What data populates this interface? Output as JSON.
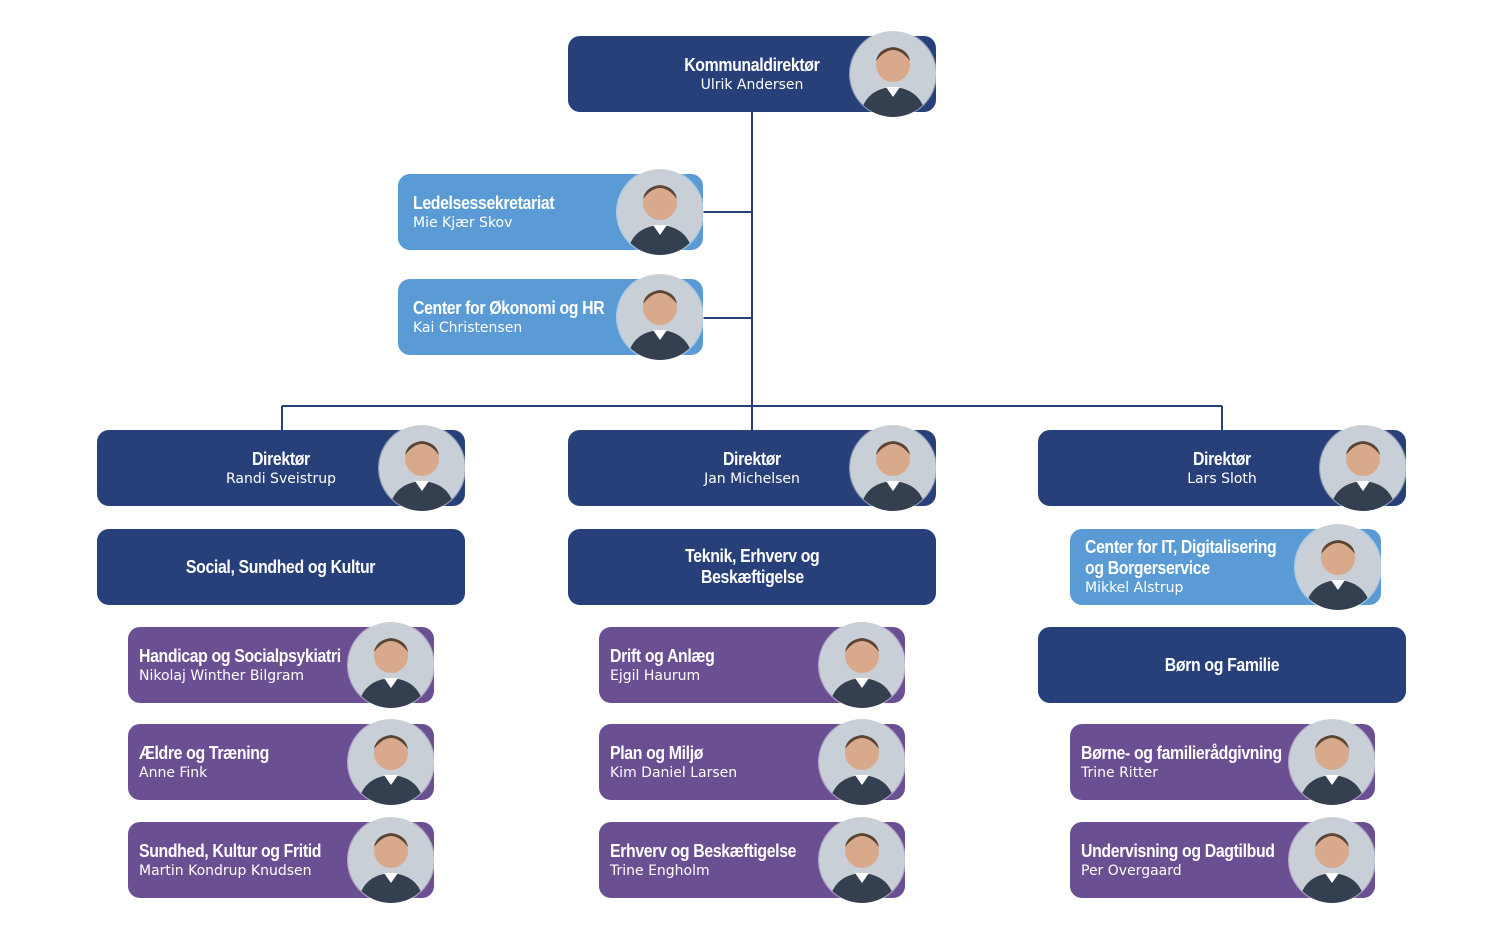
{
  "colors": {
    "director": "#27407a",
    "center": "#5b9bd5",
    "unit": "#6b4f93",
    "connector": "#27407a"
  },
  "top": {
    "title": "Kommunaldirektør",
    "name": "Ulrik Andersen",
    "photo_icon": "person-photo-icon"
  },
  "staff": [
    {
      "title": "Ledelsessekretariat",
      "name": "Mie Kjær Skov"
    },
    {
      "title": "Center for Økonomi og HR",
      "name": "Kai Christensen"
    }
  ],
  "columns": [
    {
      "director": {
        "title": "Direktør",
        "name": "Randi Sveistrup"
      },
      "area": {
        "title": "Social, Sundhed og Kultur"
      },
      "units": [
        {
          "title": "Handicap og Socialpsykiatri",
          "name": "Nikolaj Winther Bilgram"
        },
        {
          "title": "Ældre og Træning",
          "name": "Anne Fink"
        },
        {
          "title": "Sundhed, Kultur og Fritid",
          "name": "Martin Kondrup Knudsen"
        }
      ]
    },
    {
      "director": {
        "title": "Direktør",
        "name": "Jan Michelsen"
      },
      "area": {
        "title_line1": "Teknik, Erhverv og",
        "title_line2": "Beskæftigelse"
      },
      "units": [
        {
          "title": "Drift og Anlæg",
          "name": "Ejgil Haurum"
        },
        {
          "title": "Plan og Miljø",
          "name": "Kim Daniel Larsen"
        },
        {
          "title": "Erhverv og Beskæftigelse",
          "name": "Trine Engholm"
        }
      ]
    },
    {
      "director": {
        "title": "Direktør",
        "name": "Lars Sloth"
      },
      "center": {
        "title_line1": "Center for IT, Digitalisering",
        "title_line2": "og Borgerservice",
        "name": "Mikkel Alstrup"
      },
      "area": {
        "title": "Børn og Familie"
      },
      "units": [
        {
          "title": "Børne- og familierådgivning",
          "name": "Trine Ritter"
        },
        {
          "title": "Undervisning og Dagtilbud",
          "name": "Per Overgaard"
        }
      ]
    }
  ]
}
